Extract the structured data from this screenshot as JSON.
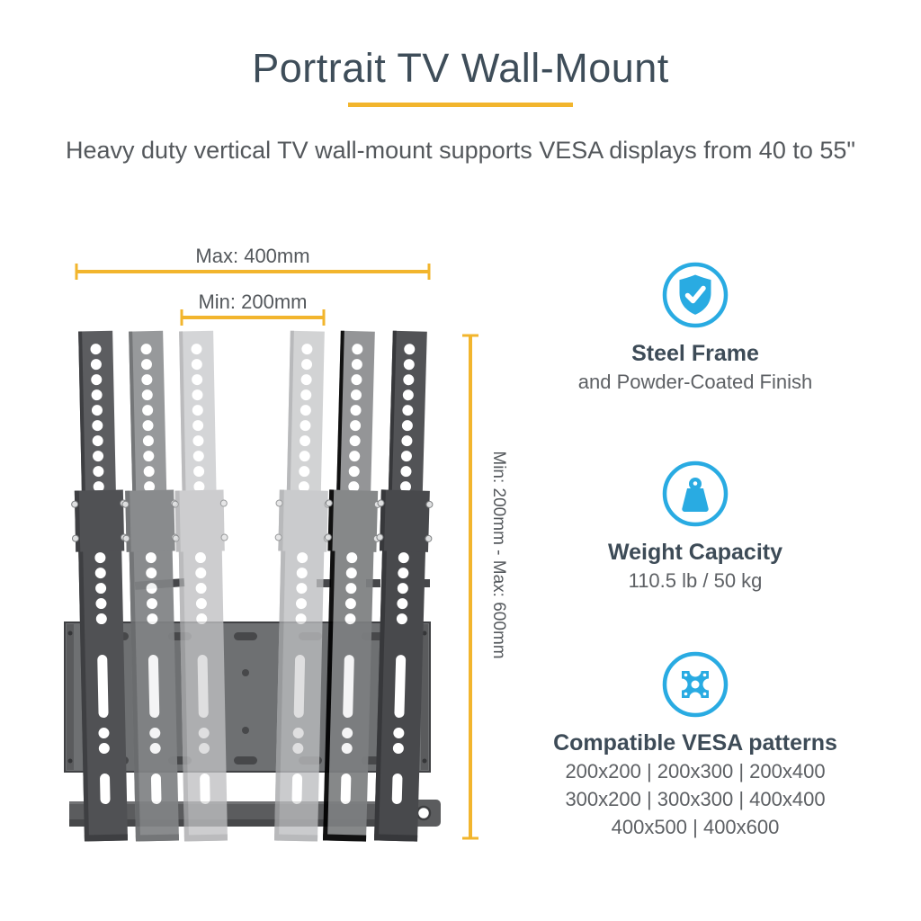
{
  "header": {
    "title": "Portrait TV Wall-Mount",
    "subtitle": "Heavy duty vertical TV wall-mount supports VESA displays from 40 to 55\""
  },
  "diagram": {
    "max_width_label": "Max: 400mm",
    "min_width_label": "Min: 200mm",
    "height_range_label": "Min: 200mm - Max: 600mm"
  },
  "features": [
    {
      "icon": "shield-check-icon",
      "title": "Steel Frame",
      "lines": [
        "and Powder-Coated Finish"
      ]
    },
    {
      "icon": "weight-icon",
      "title": "Weight Capacity",
      "lines": [
        "110.5 lb / 50 kg"
      ]
    },
    {
      "icon": "vesa-plate-icon",
      "title": "Compatible VESA patterns",
      "lines": [
        "200x200 | 200x300 | 200x400",
        "300x200 | 300x300 | 400x400",
        "400x500 | 400x600"
      ]
    }
  ],
  "colors": {
    "accent_yellow": "#f2b52d",
    "brand_blue": "#29abe2",
    "heading_text": "#3e4d59",
    "body_text": "#54585c"
  }
}
